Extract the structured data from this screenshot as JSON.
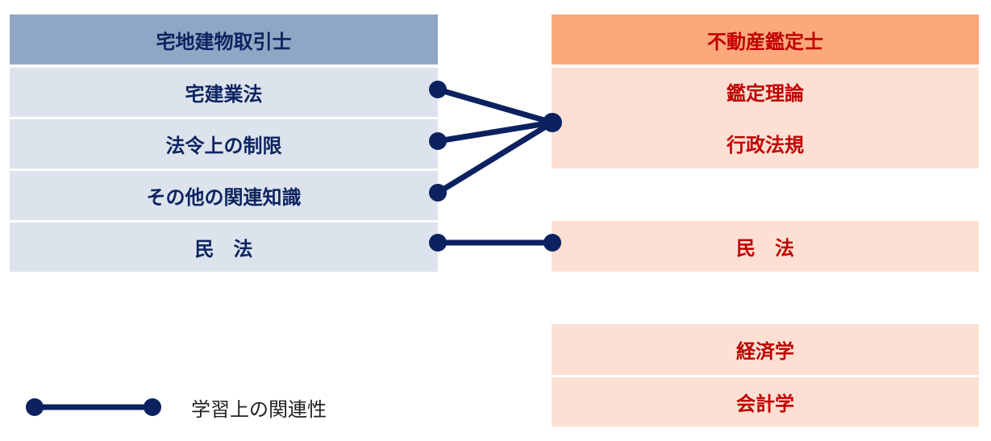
{
  "left": {
    "header": "宅地建物取引士",
    "rows": [
      "宅建業法",
      "法令上の制限",
      "その他の関連知識",
      "民　法"
    ]
  },
  "right": {
    "header": "不動産鑑定士",
    "group1": [
      "鑑定理論",
      "行政法規"
    ],
    "minpo": "民　法",
    "rows2": [
      "経済学",
      "会計学"
    ]
  },
  "legend": {
    "label": "学習上の関連性"
  },
  "colors": {
    "line": "#0B2160"
  }
}
